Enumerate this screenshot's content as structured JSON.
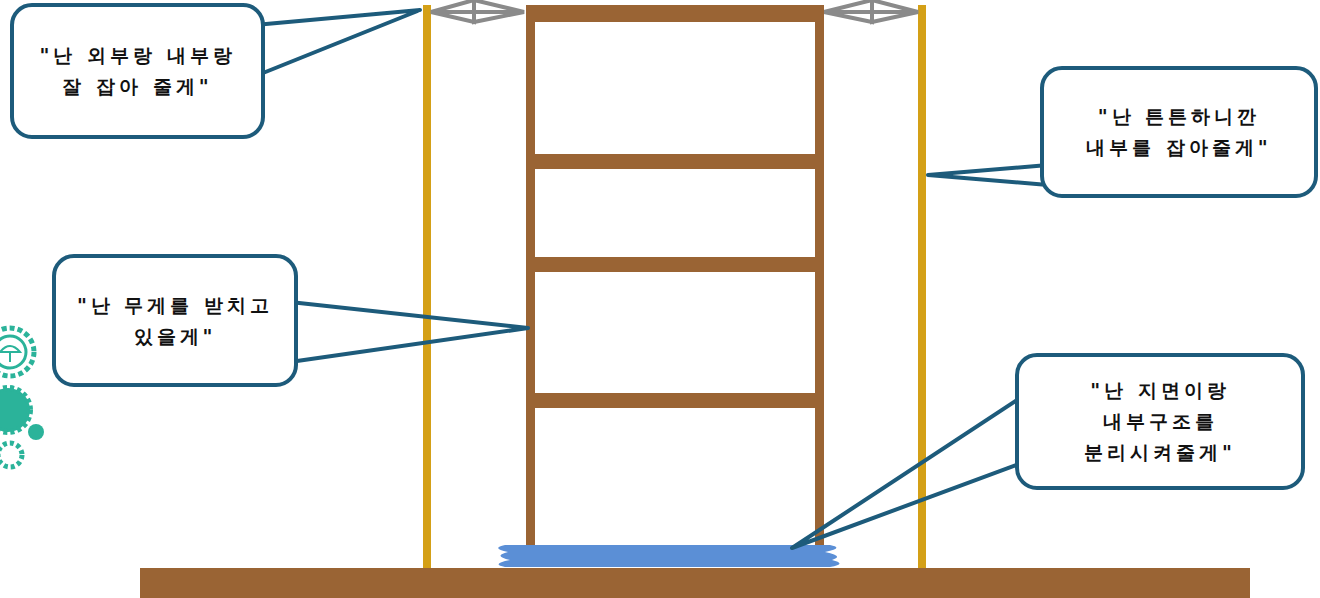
{
  "diagram": {
    "nodes": [
      {
        "text": [
          "\"난 외부랑 내부랑 잘 잡아 줄게\""
        ]
      },
      {
        "text": [
          "\"난 튼튼하니깐 내부를 잡아줄게\""
        ]
      },
      {
        "text": [
          "\"난 무게를 받치고 있을게\""
        ]
      },
      {
        "text": [
          "\"난 지면이랑 내부구조를 분리시켜줄게\""
        ]
      }
    ]
  }
}
